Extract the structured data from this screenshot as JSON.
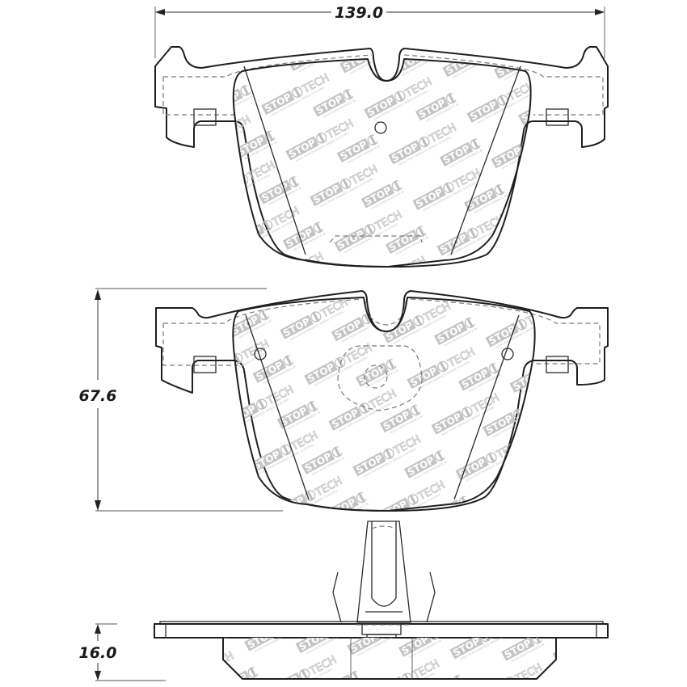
{
  "drawing": {
    "subject": "brake pad technical drawing",
    "views": [
      "top-view",
      "front-view",
      "side-view"
    ],
    "line_color": "#1f1f1f",
    "watermark_color": "#bdbdbd"
  },
  "dimensions": {
    "width": {
      "label": "139.0"
    },
    "height": {
      "label": "67.6"
    },
    "thickness": {
      "label": "16.0"
    }
  },
  "watermark": {
    "brand_left": "STOP",
    "brand_right": "TECH",
    "tagline": "HIGH PERFORMANCE BRAKE SYSTEMS"
  }
}
